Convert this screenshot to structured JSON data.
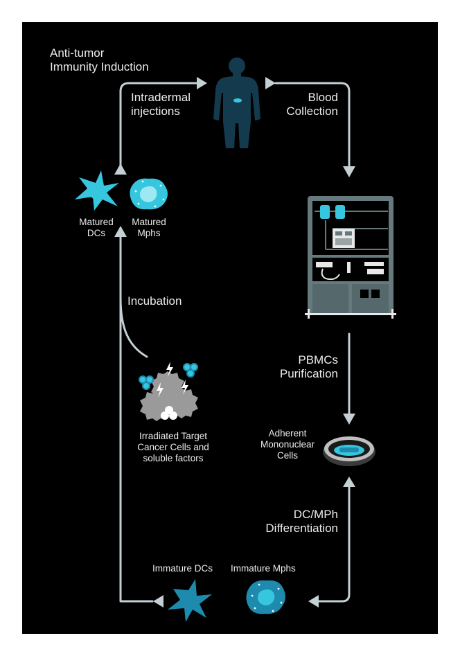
{
  "colors": {
    "background": "#000000",
    "arrow": "#c4d0d4",
    "cell_cyan": "#36c6de",
    "cell_blue": "#1e8aad",
    "human": "#133a4d",
    "machine": "#66797c",
    "debris": "#9a9a9a",
    "text": "#ececec"
  },
  "title": {
    "line1": "Anti-tumor",
    "line2": "Immunity Induction"
  },
  "steps": {
    "intradermal": {
      "line1": "Intradermal",
      "line2": "injections"
    },
    "blood": {
      "line1": "Blood",
      "line2": "Collection"
    },
    "pbmc": {
      "line1": "PBMCs",
      "line2": "Purification"
    },
    "adherent": {
      "line1": "Adherent",
      "line2": "Mononuclear",
      "line3": "Cells"
    },
    "differentiation": {
      "line1": "DC/MPh",
      "line2": "Differentiation"
    },
    "incubation": "Incubation"
  },
  "cells": {
    "matured_dcs": {
      "line1": "Matured",
      "line2": "DCs",
      "icon": "dendritic-cell-icon"
    },
    "matured_mphs": {
      "line1": "Matured",
      "line2": "Mphs",
      "icon": "macrophage-icon"
    },
    "immature_dcs": "Immature DCs",
    "immature_mphs": "Immature Mphs"
  },
  "irradiated": {
    "line1": "Irradiated Target",
    "line2": "Cancer Cells and",
    "line3": "soluble factors"
  }
}
